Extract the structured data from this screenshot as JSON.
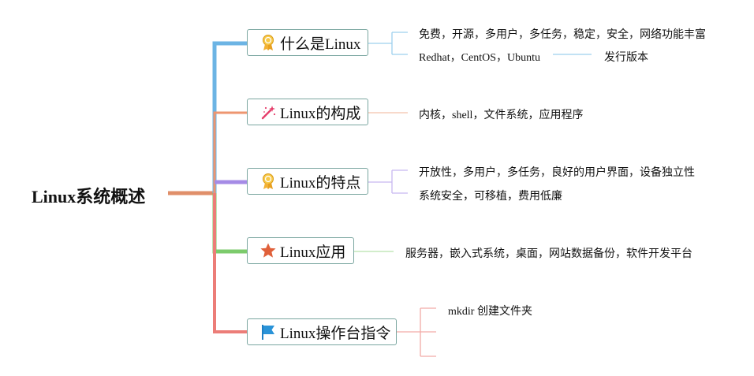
{
  "root": {
    "label": "Linux系统概述"
  },
  "branches": [
    {
      "label": "什么是Linux",
      "icon": "ribbon-award-icon",
      "color": "#6cb4e4",
      "leaves": [
        "免费，开源，多用户，多任务，稳定，安全，网络功能丰富",
        "Redhat，CentOS，Ubuntu"
      ],
      "subleaf": "发行版本"
    },
    {
      "label": "Linux的构成",
      "icon": "magic-wand-icon",
      "color": "#ee9670",
      "leaves": [
        "内核，shell，文件系统，应用程序"
      ]
    },
    {
      "label": "Linux的特点",
      "icon": "ribbon-award-icon",
      "color": "#a58be6",
      "leaves": [
        "开放性，多用户，多任务，良好的用户界面，设备独立性",
        "系统安全，可移植，费用低廉"
      ]
    },
    {
      "label": "Linux应用",
      "icon": "star-icon",
      "color": "#7ccb6c",
      "leaves": [
        "服务器，嵌入式系统，桌面，网站数据备份，软件开发平台"
      ]
    },
    {
      "label": "Linux操作台指令",
      "icon": "flag-icon",
      "color": "#ec7d78",
      "leaves": [
        "mkdir 创建文件夹",
        "",
        ""
      ]
    }
  ]
}
